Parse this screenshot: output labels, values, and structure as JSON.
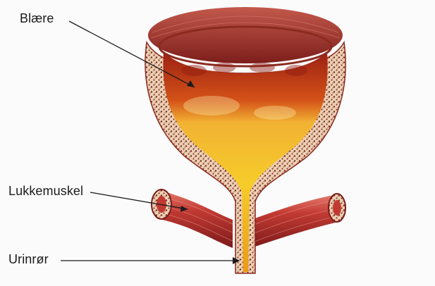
{
  "labels": {
    "bladder": "Blære",
    "sphincter": "Lukkemuskel",
    "urethra": "Urinrør"
  },
  "colors": {
    "muscle_dark": "#8e1f1f",
    "muscle_mid": "#b8322e",
    "muscle_light": "#e07a6a",
    "wall_tissue": "#e9cdb6",
    "urine_yellow": "#f4c21e",
    "urine_orange": "#e7871a",
    "leader_line": "#1b1b1b"
  }
}
